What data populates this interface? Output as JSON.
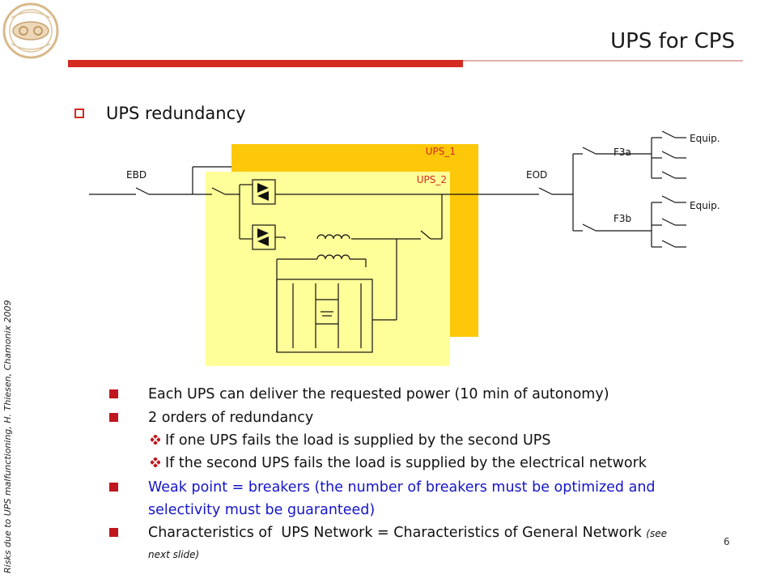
{
  "slide": {
    "title": "UPS for CPS",
    "side_note": "Risks due to UPS malfunctioning, H. Thiesen, Chamonix 2009",
    "page_number": "6",
    "accent_color": "#d42a20"
  },
  "section": {
    "heading": "UPS redundancy"
  },
  "diagram": {
    "ups1_label": "UPS_1",
    "ups2_label": "UPS_2",
    "ebd_label": "EBD",
    "eod_label": "EOD",
    "f3a_label": "F3a",
    "f3b_label": "F3b",
    "equip_top_label": "Equip.",
    "equip_bottom_label": "Equip.",
    "ups1_color": "#fdc80a",
    "ups2_color": "#ffff99"
  },
  "bullets": {
    "b1": "Each UPS can deliver the requested power (10 min of autonomy)",
    "b2": "2 orders of redundancy",
    "b2a": "If one UPS fails the load is supplied by the second UPS",
    "b2b": "If the second UPS fails the load is supplied by the electrical network",
    "b3_line1": "Weak point = breakers (the number of breakers  must be optimized and",
    "b3_line2": "selectivity must be guaranteed)",
    "b4_main": "Characteristics of  UPS Network = Characteristics of General Network ",
    "b4_small": "(see",
    "b4_line2": "next slide)"
  }
}
